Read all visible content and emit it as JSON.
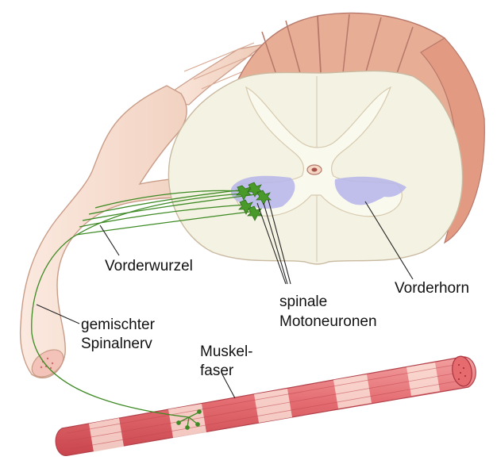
{
  "labels": {
    "vorderwurzel": "Vorderwurzel",
    "gemischter": "gemischter",
    "spinalnerv": "Spinalnerv",
    "spinale": "spinale",
    "motoneuronen": "Motoneuronen",
    "vorderhorn": "Vorderhorn",
    "muskel": "Muskel-",
    "faser": "faser"
  },
  "colors": {
    "nerve_fill": "#f6dccd",
    "nerve_stroke": "#c99c88",
    "cord_rim": "#e3a48c",
    "white_matter": "#f4f2e2",
    "gray_matter": "#faf9ee",
    "anterior_horn": "#b9b8ea",
    "neuron": "#4a9a2a",
    "axon": "#3e8a24",
    "muscle": "#e36f73",
    "muscle_light": "#fbe6dc"
  }
}
